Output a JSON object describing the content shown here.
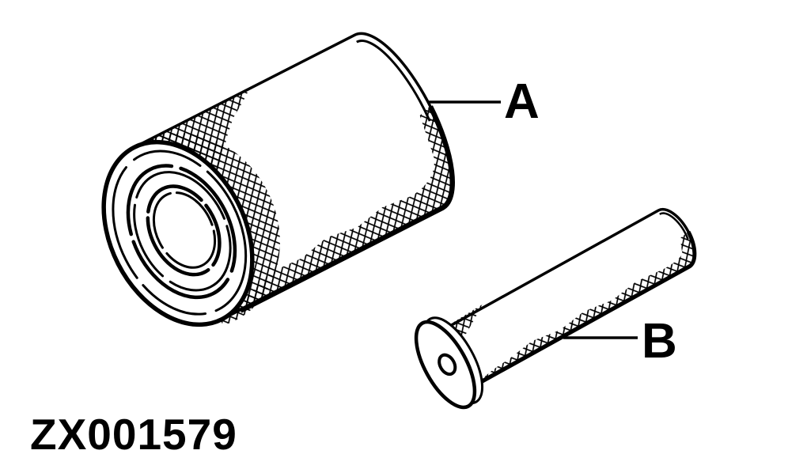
{
  "figure": {
    "code": "ZX001579",
    "callouts": [
      {
        "label": "A"
      },
      {
        "label": "B"
      }
    ]
  },
  "colors": {
    "ink": "#000000",
    "paper": "#ffffff"
  }
}
